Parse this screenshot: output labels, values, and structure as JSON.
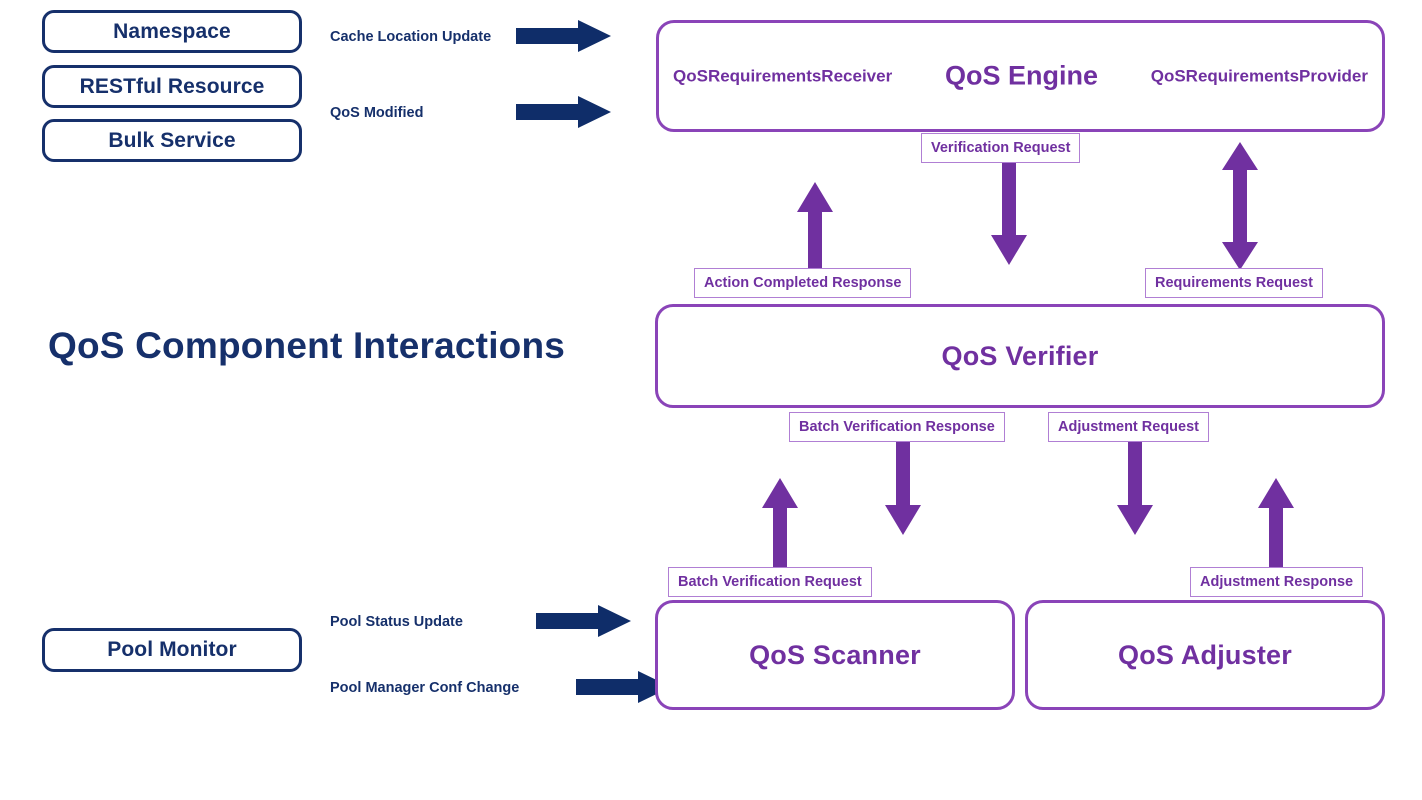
{
  "title": "QoS Component Interactions",
  "colors": {
    "navy": "#16306B",
    "purple_fill": "#7030A0",
    "purple_border": "#8A44B8",
    "chip_border": "#B07FD4",
    "background": "#FFFFFF"
  },
  "left_components": [
    {
      "label": "Namespace"
    },
    {
      "label": "RESTful Resource"
    },
    {
      "label": "Bulk Service"
    },
    {
      "label": "Pool Monitor"
    }
  ],
  "left_events": [
    {
      "label": "Cache Location Update",
      "arrow": "right-arrow-icon"
    },
    {
      "label": "QoS Modified",
      "arrow": "right-arrow-icon"
    },
    {
      "label": "Pool Status Update",
      "arrow": "right-arrow-icon"
    },
    {
      "label": "Pool Manager Conf Change",
      "arrow": "right-arrow-icon"
    }
  ],
  "components": [
    {
      "id": "qos-engine",
      "name": "QoS Engine",
      "interfaces": [
        "QoSRequirementsReceiver",
        "QoSRequirementsProvider"
      ]
    },
    {
      "id": "qos-verifier",
      "name": "QoS Verifier"
    },
    {
      "id": "qos-scanner",
      "name": "QoS Scanner"
    },
    {
      "id": "qos-adjuster",
      "name": "QoS Adjuster"
    }
  ],
  "messages": [
    {
      "label": "Verification Request",
      "direction": "down",
      "from": "qos-engine",
      "to": "qos-verifier"
    },
    {
      "label": "Action Completed Response",
      "direction": "up",
      "from": "qos-verifier",
      "to": "qos-engine"
    },
    {
      "label": "Requirements Request",
      "direction": "up-down",
      "from": "qos-verifier",
      "to": "qos-engine"
    },
    {
      "label": "Batch Verification Response",
      "direction": "down",
      "from": "qos-verifier",
      "to": "qos-scanner"
    },
    {
      "label": "Batch Verification Request",
      "direction": "up",
      "from": "qos-scanner",
      "to": "qos-verifier"
    },
    {
      "label": "Adjustment Request",
      "direction": "down",
      "from": "qos-verifier",
      "to": "qos-adjuster"
    },
    {
      "label": "Adjustment Response",
      "direction": "up",
      "from": "qos-adjuster",
      "to": "qos-verifier"
    }
  ]
}
